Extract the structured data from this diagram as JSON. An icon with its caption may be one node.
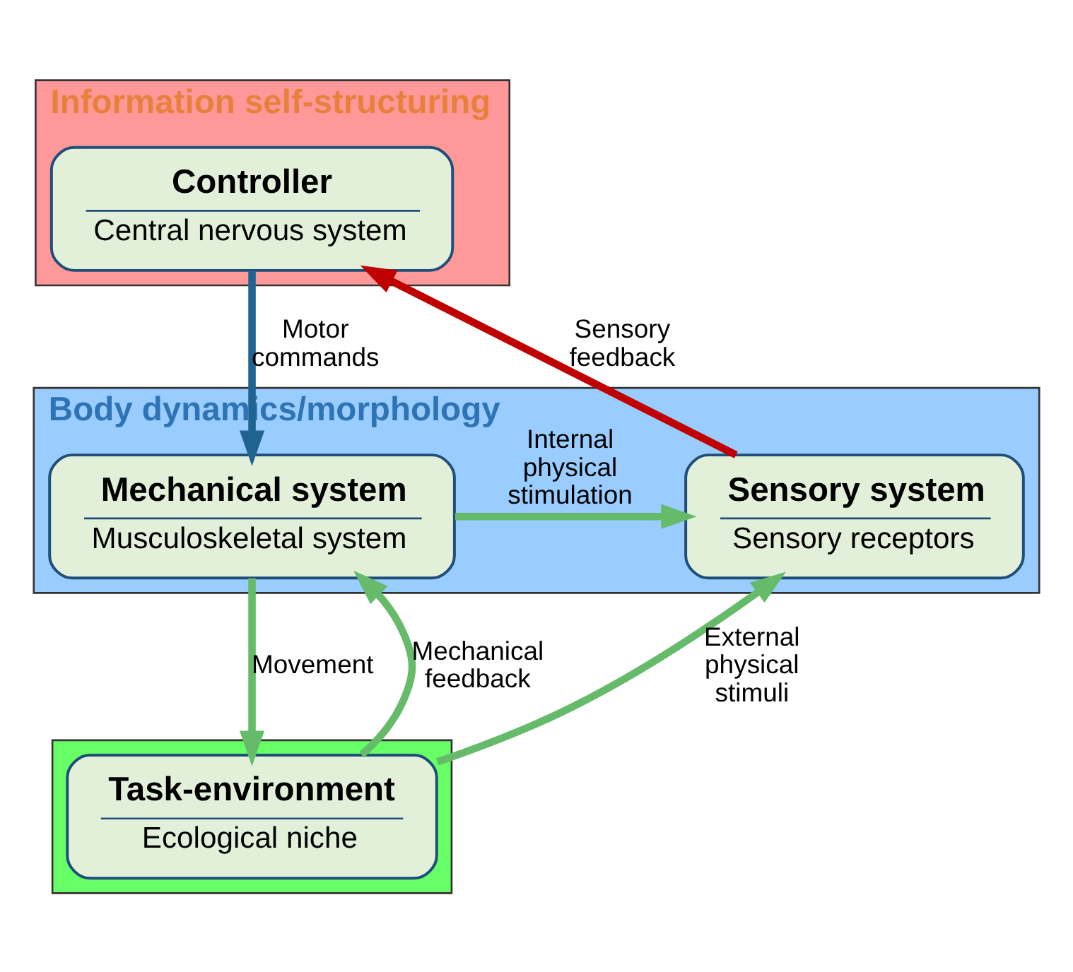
{
  "diagram": {
    "nodes": [
      {
        "text": [
          "Information self-structuring"
        ]
      },
      {
        "text": [
          "Controller",
          "Central nervous system"
        ],
        "in": 0
      },
      {
        "text": [
          "Body dynamics/morphology"
        ]
      },
      {
        "text": [
          "Mechanical system",
          "Musculoskeletal system"
        ],
        "in": 2
      },
      {
        "text": [
          "Sensory system",
          "Sensory receptors"
        ],
        "in": 2
      },
      {
        "text": [],
        "shape": "box"
      },
      {
        "text": [
          "Task-environment",
          "Ecological niche"
        ],
        "in": 5
      }
    ],
    "edges": [
      {
        "from": 1,
        "to": 3,
        "arrow": "to",
        "label": "Motor commands",
        "color": "#1f6391"
      },
      {
        "from": 3,
        "to": 4,
        "arrow": "to",
        "label": "Internal physical stimulation"
      },
      {
        "from": 4,
        "to": 1,
        "arrow": "to",
        "label": "Sensory feedback",
        "color": "#c00000"
      },
      {
        "from": 3,
        "to": 6,
        "arrow": "to",
        "label": "Movement"
      },
      {
        "from": 6,
        "to": 3,
        "arrow": "to",
        "label": "Mechanical feedback"
      },
      {
        "from": 6,
        "to": 4,
        "arrow": "to",
        "label": "External physical stimuli"
      }
    ]
  }
}
